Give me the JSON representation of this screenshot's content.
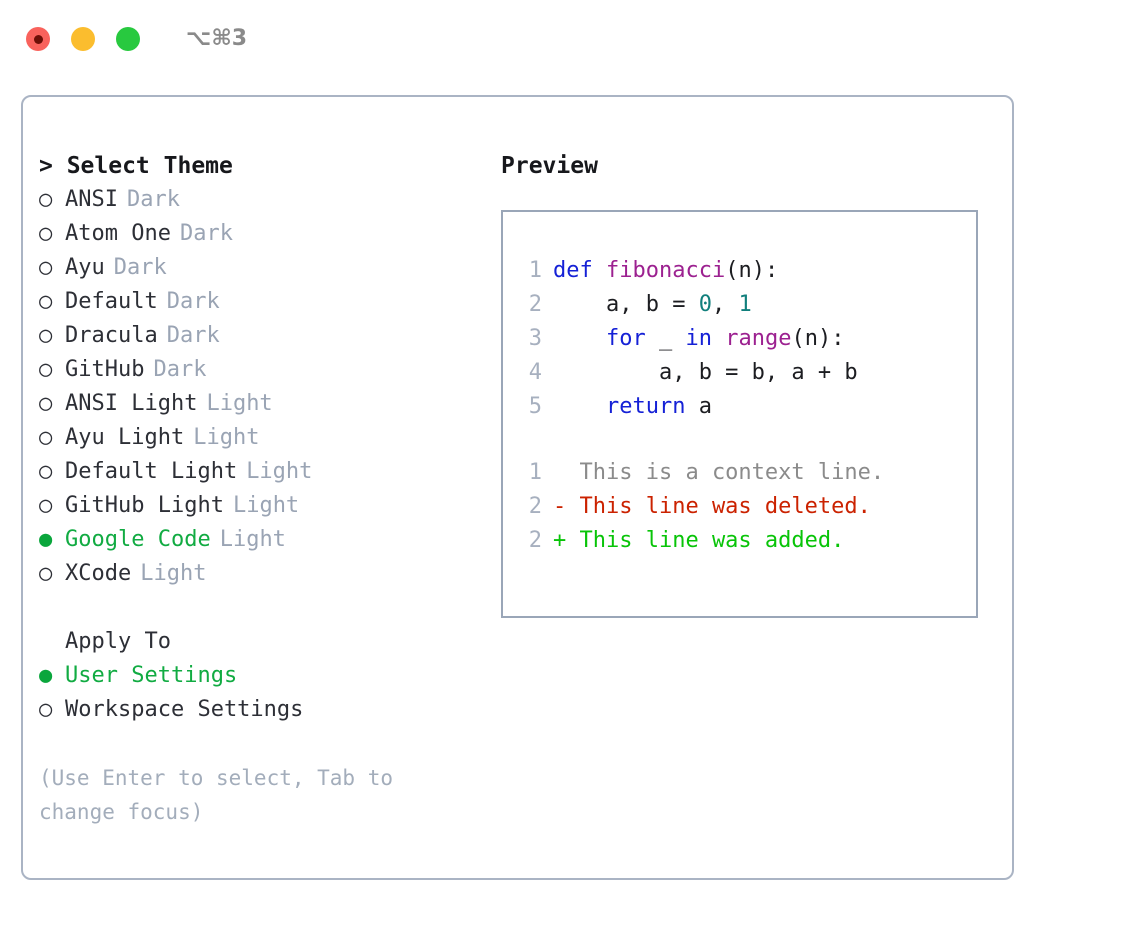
{
  "titlebar": {
    "buttons": [
      {
        "name": "close",
        "color": "#f9625c"
      },
      {
        "name": "minimize",
        "color": "#fbbd2e"
      },
      {
        "name": "zoom",
        "color": "#28c93f"
      }
    ],
    "shortcut": "⌥⌘3"
  },
  "theme_picker": {
    "header": "> Select Theme",
    "options": [
      {
        "marker": "○",
        "name": "ANSI",
        "variant": "Dark",
        "selected": false
      },
      {
        "marker": "○",
        "name": "Atom One",
        "variant": "Dark",
        "selected": false
      },
      {
        "marker": "○",
        "name": "Ayu",
        "variant": "Dark",
        "selected": false
      },
      {
        "marker": "○",
        "name": "Default",
        "variant": "Dark",
        "selected": false
      },
      {
        "marker": "○",
        "name": "Dracula",
        "variant": "Dark",
        "selected": false
      },
      {
        "marker": "○",
        "name": "GitHub",
        "variant": "Dark",
        "selected": false
      },
      {
        "marker": "○",
        "name": "ANSI Light",
        "variant": "Light",
        "selected": false
      },
      {
        "marker": "○",
        "name": "Ayu Light",
        "variant": "Light",
        "selected": false
      },
      {
        "marker": "○",
        "name": "Default Light",
        "variant": "Light",
        "selected": false
      },
      {
        "marker": "○",
        "name": "GitHub Light",
        "variant": "Light",
        "selected": false
      },
      {
        "marker": "●",
        "name": "Google Code",
        "variant": "Light",
        "selected": true
      },
      {
        "marker": "○",
        "name": "XCode",
        "variant": "Light",
        "selected": false
      }
    ]
  },
  "apply_to": {
    "header": "Apply To",
    "options": [
      {
        "marker": "●",
        "label": "User Settings",
        "selected": true
      },
      {
        "marker": "○",
        "label": "Workspace Settings",
        "selected": false
      }
    ]
  },
  "hint": "(Use Enter to select, Tab to change focus)",
  "preview": {
    "header": "Preview",
    "code_lines": [
      {
        "no": "1",
        "tokens": [
          {
            "t": "def ",
            "c": "kw"
          },
          {
            "t": "fibonacci",
            "c": "fn"
          },
          {
            "t": "(n):",
            "c": "plain"
          }
        ]
      },
      {
        "no": "2",
        "tokens": [
          {
            "t": "    a, b = ",
            "c": "plain"
          },
          {
            "t": "0",
            "c": "num"
          },
          {
            "t": ", ",
            "c": "plain"
          },
          {
            "t": "1",
            "c": "num"
          }
        ]
      },
      {
        "no": "3",
        "tokens": [
          {
            "t": "    ",
            "c": "plain"
          },
          {
            "t": "for",
            "c": "kw"
          },
          {
            "t": " _ ",
            "c": "plain"
          },
          {
            "t": "in",
            "c": "kw"
          },
          {
            "t": " ",
            "c": "plain"
          },
          {
            "t": "range",
            "c": "fn"
          },
          {
            "t": "(n):",
            "c": "plain"
          }
        ]
      },
      {
        "no": "4",
        "tokens": [
          {
            "t": "        a, b = b, a + b",
            "c": "plain"
          }
        ]
      },
      {
        "no": "5",
        "tokens": [
          {
            "t": "    ",
            "c": "plain"
          },
          {
            "t": "return",
            "c": "kw"
          },
          {
            "t": " a",
            "c": "plain"
          }
        ]
      }
    ],
    "diff_lines": [
      {
        "no": "1",
        "text": "  This is a context line.",
        "kind": "ctx"
      },
      {
        "no": "2",
        "text": "- This line was deleted.",
        "kind": "del"
      },
      {
        "no": "2",
        "text": "+ This line was added.",
        "kind": "add"
      }
    ]
  },
  "colors": {
    "accent_green": "#11ab42",
    "muted": "#9aa4b4",
    "border": "#aab4c4",
    "diff_add": "#08c408",
    "diff_del": "#cb2200",
    "kw": "#1521d6",
    "fn": "#9c2190",
    "num": "#117f7c"
  }
}
